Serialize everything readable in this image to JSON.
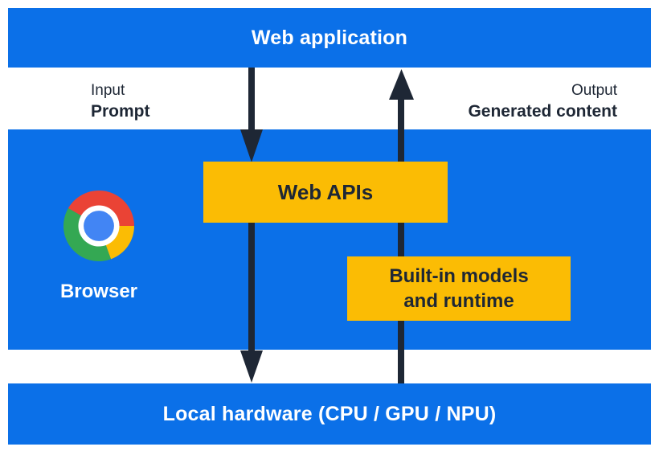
{
  "colors": {
    "blue": "#0B70E8",
    "yellow": "#FBBC04",
    "navy": "#1E2735",
    "white": "#FFFFFF",
    "chrome_red": "#EA4335",
    "chrome_yellow": "#FBBC04",
    "chrome_green": "#34A853",
    "chrome_blue": "#4285F4"
  },
  "top_bar": {
    "label": "Web application"
  },
  "flow_labels": {
    "input": {
      "line1": "Input",
      "line2": "Prompt"
    },
    "output": {
      "line1": "Output",
      "line2": "Generated content"
    }
  },
  "browser_section": {
    "browser_label": "Browser",
    "chrome_logo_icon": "chrome-logo",
    "web_apis_box": {
      "label": "Web APIs"
    },
    "builtin_models_box": {
      "label_line1": "Built-in models",
      "label_line2": "and runtime"
    }
  },
  "bottom_bar": {
    "label": "Local hardware (CPU / GPU / NPU)"
  }
}
